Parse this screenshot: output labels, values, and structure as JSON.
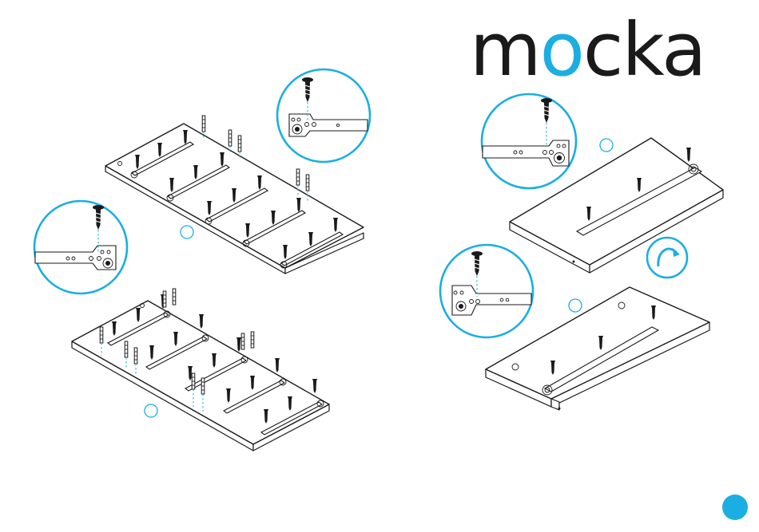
{
  "brand": {
    "logo_prefix": "m",
    "logo_o": "o",
    "logo_suffix": "cka",
    "accent_color": "#1aaee3",
    "ink_color": "#1a1a1a"
  },
  "icons": {
    "flip": "flip-arrow-icon",
    "screw": "screw-icon",
    "dowel": "dowel-icon",
    "page_marker": "page-marker-dot"
  }
}
